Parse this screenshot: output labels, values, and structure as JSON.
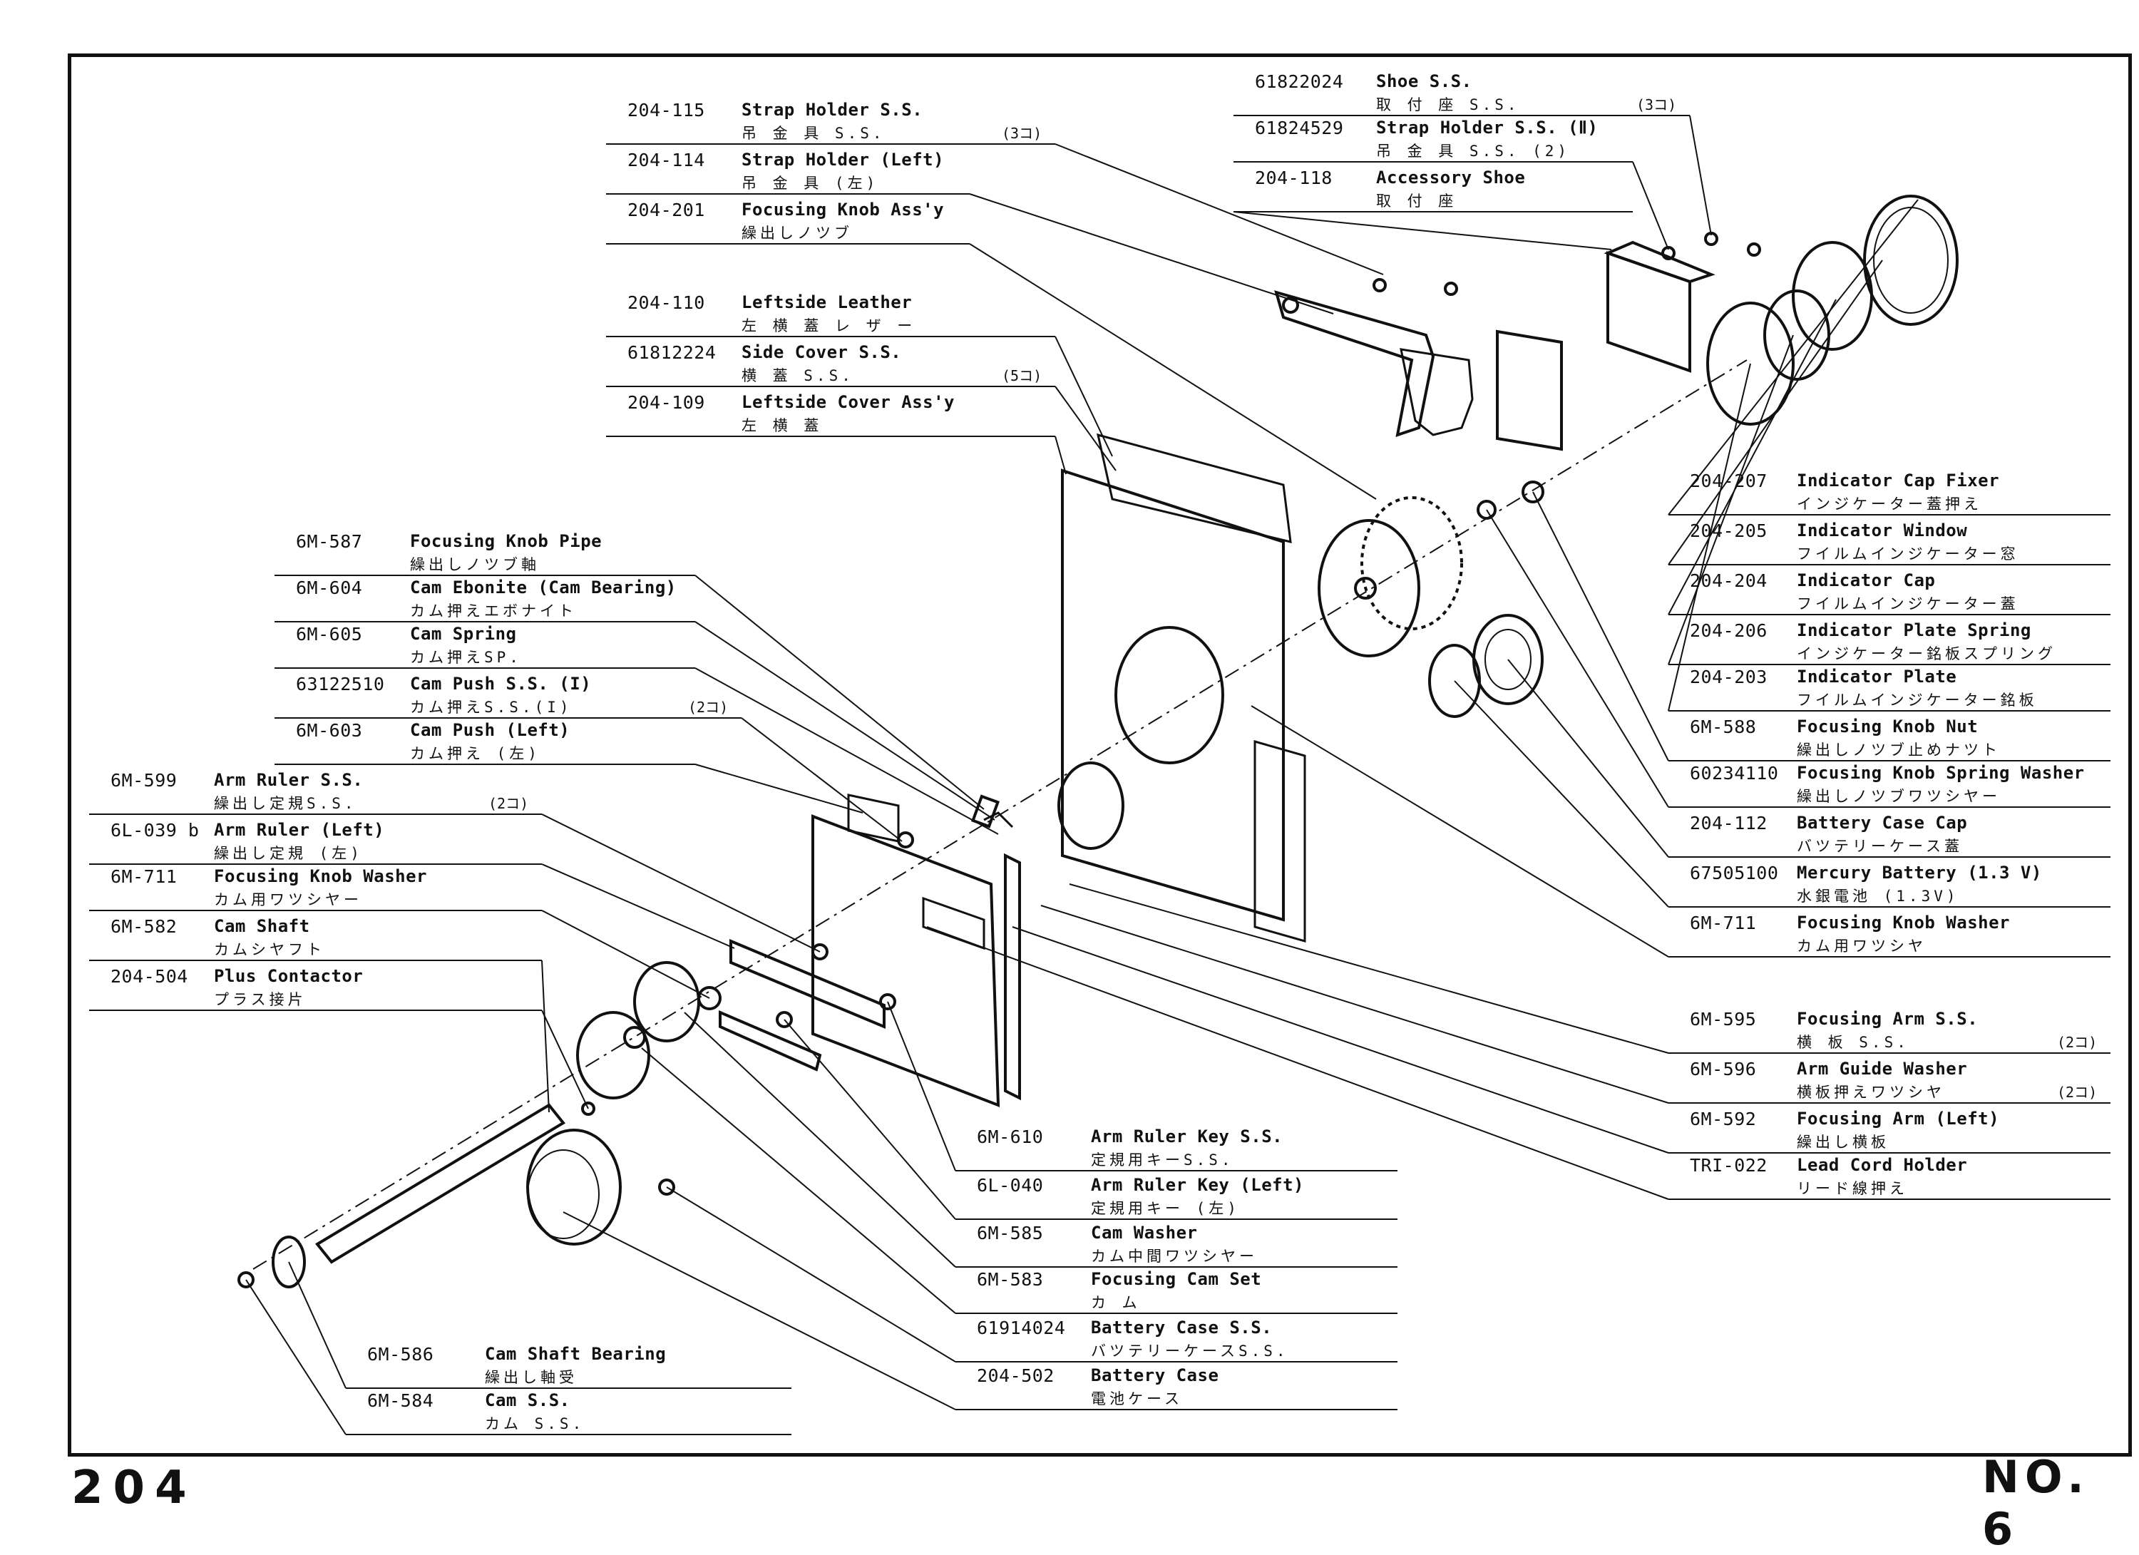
{
  "page_number": "204",
  "sheet_number": "NO. 6",
  "parts": [
    {
      "id": "204-115",
      "number": "204-115",
      "name": "Strap Holder S.S.",
      "name_jp": "吊 金 具 S.S.",
      "qty": "(3コ)"
    },
    {
      "id": "204-114",
      "number": "204-114",
      "name": "Strap Holder (Left)",
      "name_jp": "吊 金 具 (左)",
      "qty": ""
    },
    {
      "id": "204-201",
      "number": "204-201",
      "name": "Focusing Knob Ass'y",
      "name_jp": "繰出しノツブ",
      "qty": ""
    },
    {
      "id": "204-110",
      "number": "204-110",
      "name": "Leftside Leather",
      "name_jp": "左 横 蓋 レ ザ ー",
      "qty": ""
    },
    {
      "id": "61812224",
      "number": "61812224",
      "name": "Side Cover S.S.",
      "name_jp": "横 蓋 S.S.",
      "qty": "(5コ)"
    },
    {
      "id": "204-109",
      "number": "204-109",
      "name": "Leftside Cover Ass'y",
      "name_jp": "左 横 蓋",
      "qty": ""
    },
    {
      "id": "61822024",
      "number": "61822024",
      "name": "Shoe S.S.",
      "name_jp": "取 付 座 S.S.",
      "qty": "(3コ)"
    },
    {
      "id": "61824529",
      "number": "61824529",
      "name": "Strap Holder S.S. (Ⅱ)",
      "name_jp": "吊 金 具 S.S. (2)",
      "qty": ""
    },
    {
      "id": "204-118",
      "number": "204-118",
      "name": "Accessory Shoe",
      "name_jp": "取 付 座",
      "qty": ""
    },
    {
      "id": "6M-587",
      "number": "6M-587",
      "name": "Focusing Knob Pipe",
      "name_jp": "繰出しノツブ軸",
      "qty": ""
    },
    {
      "id": "6M-604",
      "number": "6M-604",
      "name": "Cam Ebonite (Cam Bearing)",
      "name_jp": "カム押えエボナイト",
      "qty": ""
    },
    {
      "id": "6M-605",
      "number": "6M-605",
      "name": "Cam Spring",
      "name_jp": "カム押えSP.",
      "qty": ""
    },
    {
      "id": "63122510",
      "number": "63122510",
      "name": "Cam Push S.S. (I)",
      "name_jp": "カム押えS.S.(I)",
      "qty": "(2コ)"
    },
    {
      "id": "6M-603",
      "number": "6M-603",
      "name": "Cam Push (Left)",
      "name_jp": "カム押え (左)",
      "qty": ""
    },
    {
      "id": "6M-599",
      "number": "6M-599",
      "name": "Arm Ruler S.S.",
      "name_jp": "繰出し定規S.S.",
      "qty": "(2コ)"
    },
    {
      "id": "6L-039b",
      "number": "6L-039 b",
      "name": "Arm Ruler (Left)",
      "name_jp": "繰出し定規 (左)",
      "qty": ""
    },
    {
      "id": "6M-711a",
      "number": "6M-711",
      "name": "Focusing Knob Washer",
      "name_jp": "カム用ワツシヤー",
      "qty": ""
    },
    {
      "id": "6M-582",
      "number": "6M-582",
      "name": "Cam Shaft",
      "name_jp": "カムシヤフト",
      "qty": ""
    },
    {
      "id": "204-504",
      "number": "204-504",
      "name": "Plus Contactor",
      "name_jp": "プラス接片",
      "qty": ""
    },
    {
      "id": "204-207",
      "number": "204-207",
      "name": "Indicator Cap Fixer",
      "name_jp": "インジケーター蓋押え",
      "qty": ""
    },
    {
      "id": "204-205",
      "number": "204-205",
      "name": "Indicator Window",
      "name_jp": "フイルムインジケーター窓",
      "qty": ""
    },
    {
      "id": "204-204",
      "number": "204-204",
      "name": "Indicator Cap",
      "name_jp": "フイルムインジケーター蓋",
      "qty": ""
    },
    {
      "id": "204-206",
      "number": "204-206",
      "name": "Indicator Plate Spring",
      "name_jp": "インジケーター銘板スプリング",
      "qty": ""
    },
    {
      "id": "204-203",
      "number": "204-203",
      "name": "Indicator Plate",
      "name_jp": "フイルムインジケーター銘板",
      "qty": ""
    },
    {
      "id": "6M-588",
      "number": "6M-588",
      "name": "Focusing Knob Nut",
      "name_jp": "繰出しノツブ止めナツト",
      "qty": ""
    },
    {
      "id": "60234110",
      "number": "60234110",
      "name": "Focusing Knob Spring Washer",
      "name_jp": "繰出しノツブワツシヤー",
      "qty": ""
    },
    {
      "id": "204-112",
      "number": "204-112",
      "name": "Battery Case Cap",
      "name_jp": "バツテリーケース蓋",
      "qty": ""
    },
    {
      "id": "67505100",
      "number": "67505100",
      "name": "Mercury Battery (1.3 V)",
      "name_jp": "水銀電池 (1.3V)",
      "qty": ""
    },
    {
      "id": "6M-711b",
      "number": "6M-711",
      "name": "Focusing Knob Washer",
      "name_jp": "カム用ワツシヤ",
      "qty": ""
    },
    {
      "id": "6M-595",
      "number": "6M-595",
      "name": "Focusing Arm S.S.",
      "name_jp": "横 板 S.S.",
      "qty": "(2コ)"
    },
    {
      "id": "6M-596",
      "number": "6M-596",
      "name": "Arm Guide Washer",
      "name_jp": "横板押えワツシヤ",
      "qty": "(2コ)"
    },
    {
      "id": "6M-592",
      "number": "6M-592",
      "name": "Focusing Arm (Left)",
      "name_jp": "繰出し横板",
      "qty": ""
    },
    {
      "id": "TRI-022",
      "number": "TRI-022",
      "name": "Lead Cord Holder",
      "name_jp": "リード線押え",
      "qty": ""
    },
    {
      "id": "6M-610",
      "number": "6M-610",
      "name": "Arm Ruler Key S.S.",
      "name_jp": "定規用キーS.S.",
      "qty": ""
    },
    {
      "id": "6L-040",
      "number": "6L-040",
      "name": "Arm Ruler Key (Left)",
      "name_jp": "定規用キー (左)",
      "qty": ""
    },
    {
      "id": "6M-585",
      "number": "6M-585",
      "name": "Cam Washer",
      "name_jp": "カム中間ワツシヤー",
      "qty": ""
    },
    {
      "id": "6M-583",
      "number": "6M-583",
      "name": "Focusing Cam Set",
      "name_jp": "カ ム",
      "qty": ""
    },
    {
      "id": "61914024",
      "number": "61914024",
      "name": "Battery Case S.S.",
      "name_jp": "バツテリーケースS.S.",
      "qty": ""
    },
    {
      "id": "204-502",
      "number": "204-502",
      "name": "Battery Case",
      "name_jp": "電池ケース",
      "qty": ""
    },
    {
      "id": "6M-586",
      "number": "6M-586",
      "name": "Cam Shaft Bearing",
      "name_jp": "繰出し軸受",
      "qty": ""
    },
    {
      "id": "6M-584",
      "number": "6M-584",
      "name": "Cam S.S.",
      "name_jp": "カム S.S.",
      "qty": ""
    }
  ]
}
